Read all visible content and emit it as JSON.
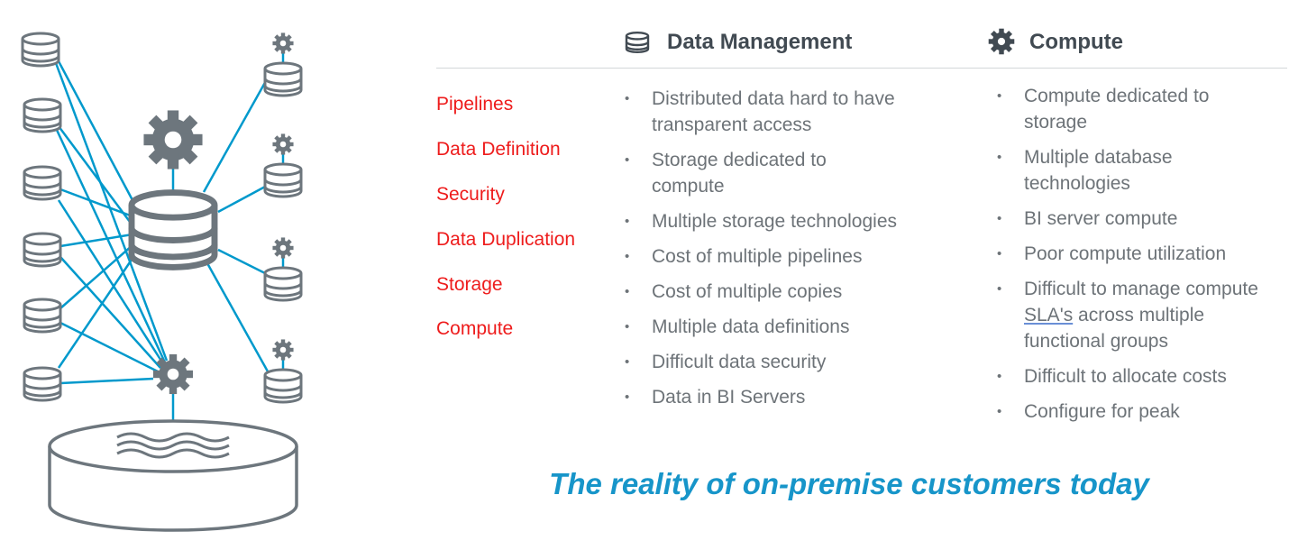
{
  "labels": [
    "Pipelines",
    "Data Definition",
    "Security",
    "Data Duplication",
    "Storage",
    "Compute"
  ],
  "data_management": {
    "title": "Data Management",
    "icon": "database-icon",
    "items": [
      "Distributed data hard to have transparent access",
      "Storage dedicated to compute",
      "Multiple storage technologies",
      "Cost of multiple pipelines",
      "Cost of multiple copies",
      "Multiple data definitions",
      "Difficult data security",
      "Data in BI Servers"
    ]
  },
  "compute": {
    "title": "Compute",
    "icon": "gear-icon",
    "items": [
      "Compute dedicated to storage",
      "Multiple database technologies",
      "BI server compute",
      "Poor compute utilization",
      "Difficult to manage compute ",
      "SLA's",
      " across multiple functional groups",
      "Difficult to allocate costs",
      "Configure for peak"
    ]
  },
  "tagline": "The reality of on-premise customers today",
  "colors": {
    "line": "#0099cc",
    "icon": "#6d767d",
    "label": "#ee1c1c",
    "tagline": "#1795c9"
  }
}
